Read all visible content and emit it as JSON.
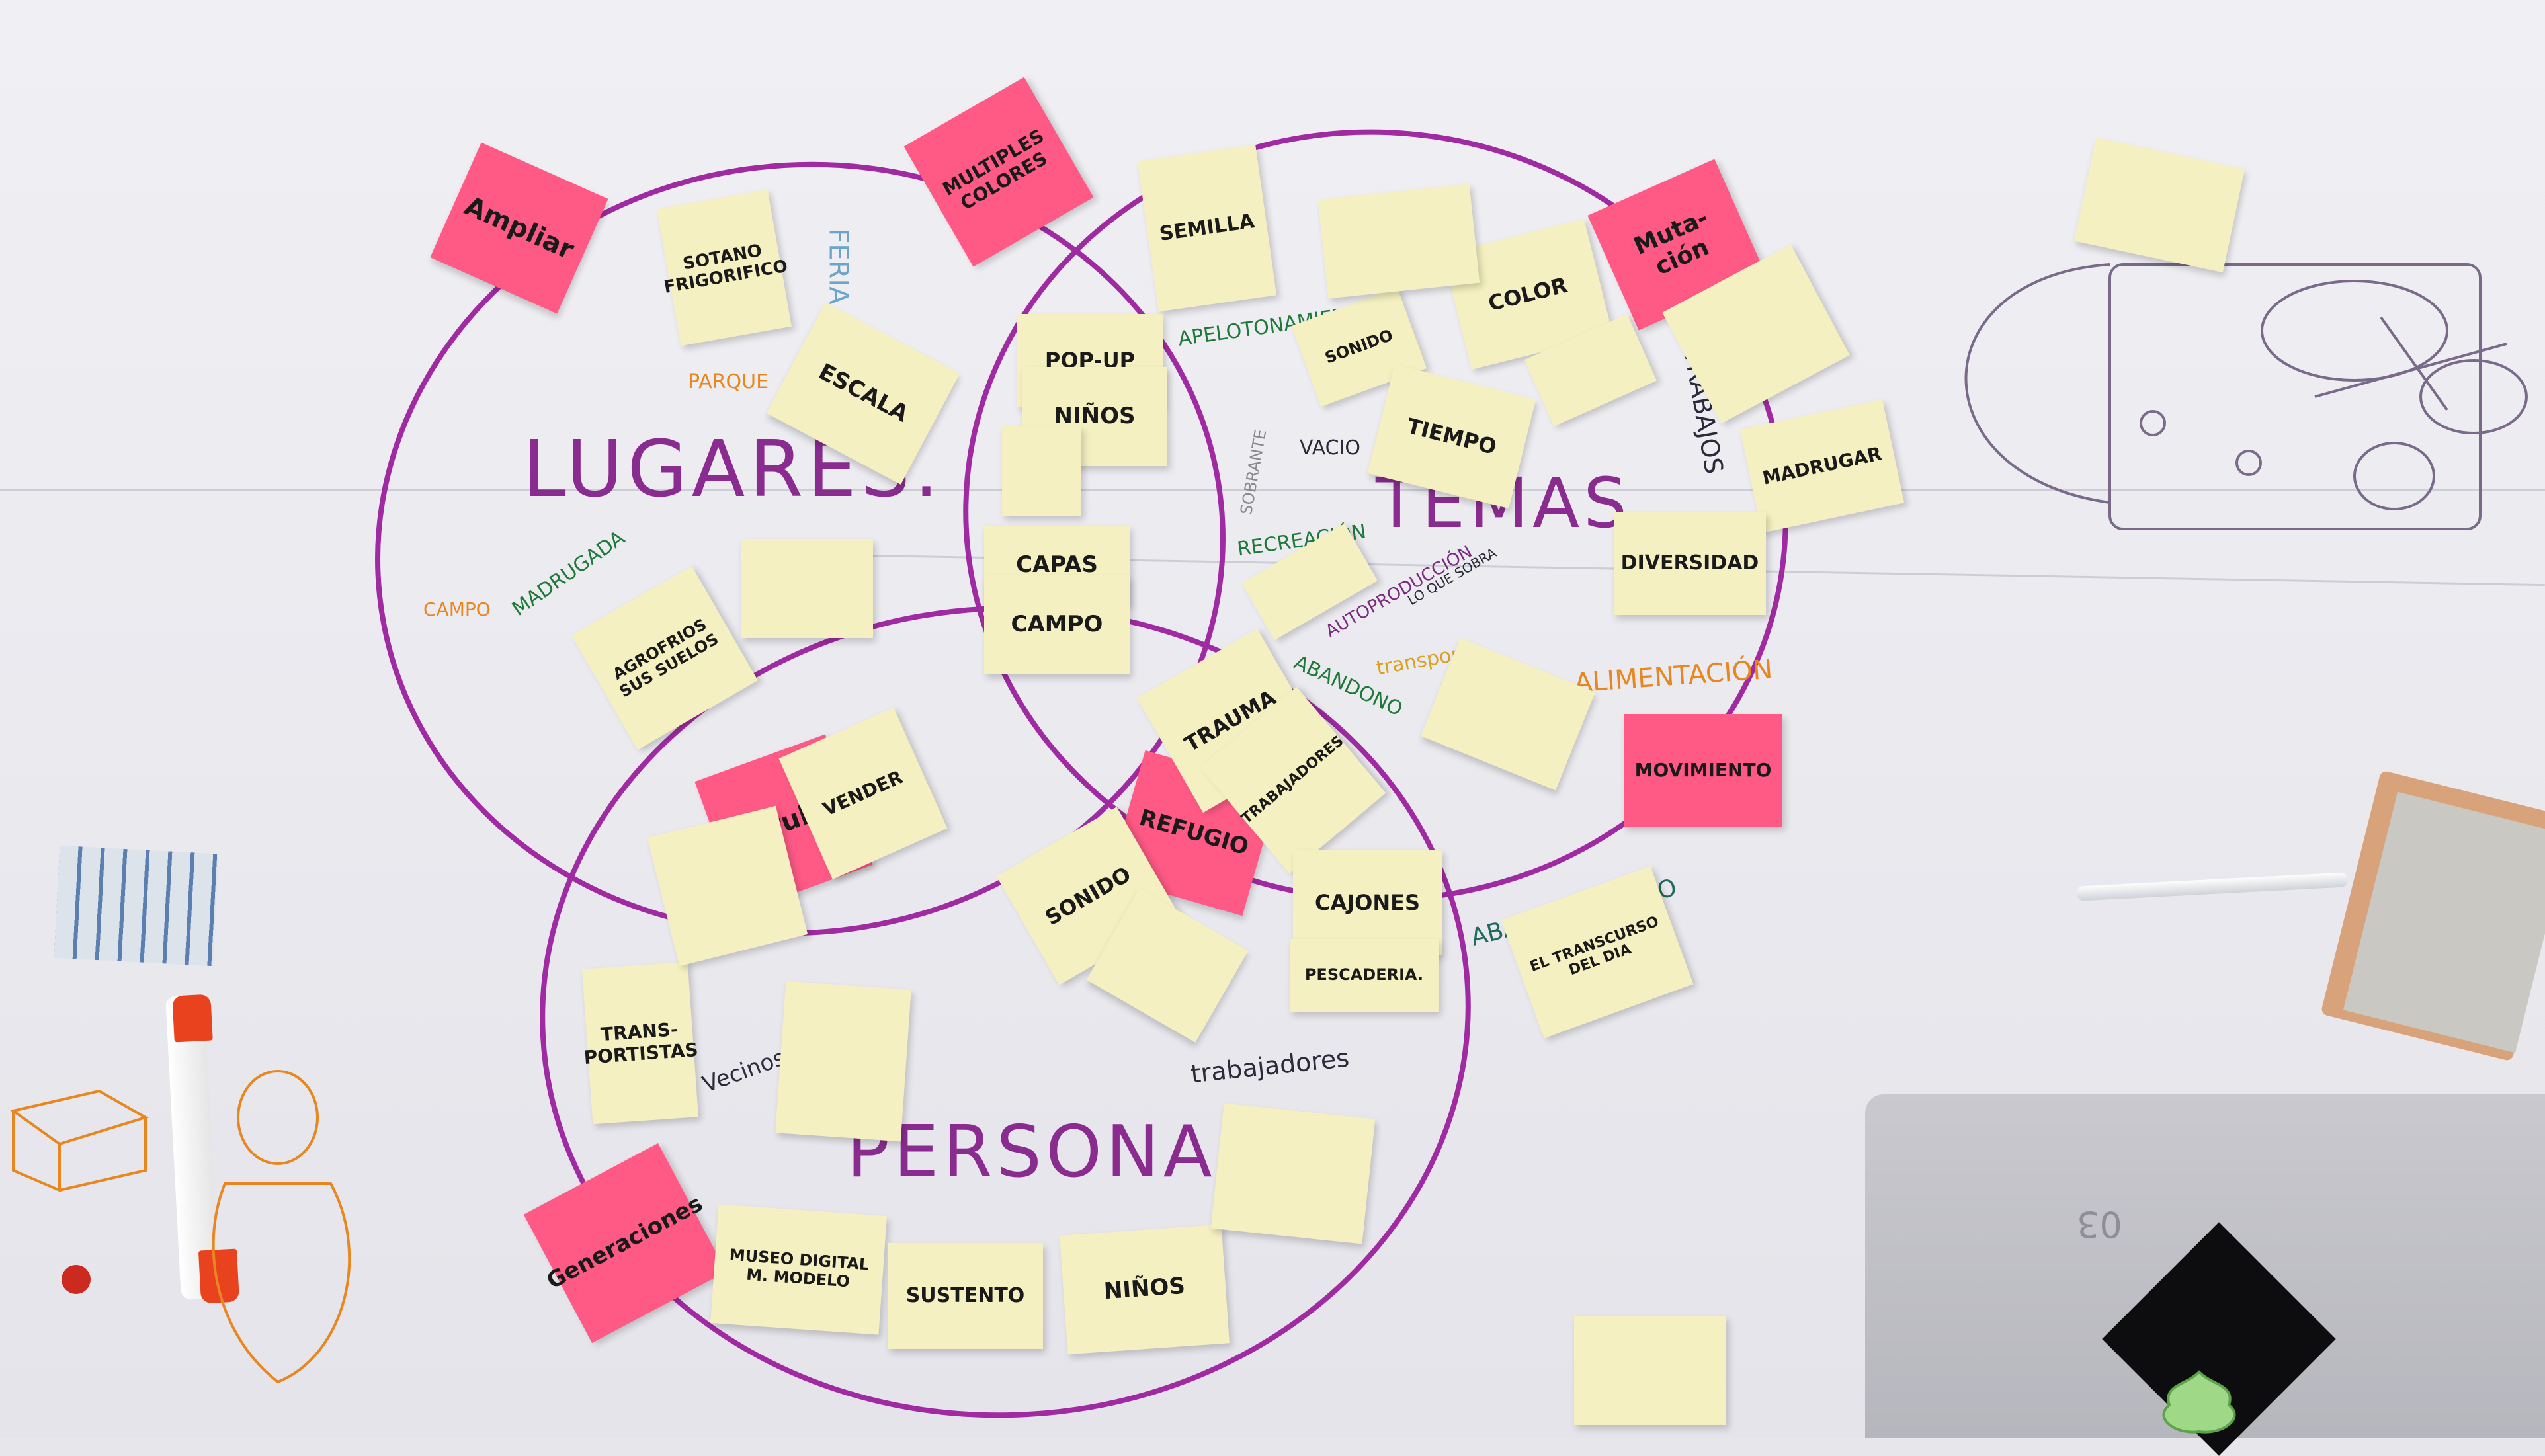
{
  "notes": [
    {
      "id": "ampliar",
      "text": "Ampliar",
      "color": "pink"
    },
    {
      "id": "multiples-colores",
      "text": "MULTIPLES COLORES",
      "color": "pink"
    },
    {
      "id": "mutacion",
      "text": "Muta-ción",
      "color": "pink"
    },
    {
      "id": "barullo",
      "text": "Barullo",
      "color": "pink"
    },
    {
      "id": "refugio",
      "text": "REFUGIO",
      "color": "pink"
    },
    {
      "id": "movimiento",
      "text": "MOVIMIENTO",
      "color": "pink"
    },
    {
      "id": "generaciones",
      "text": "Generaciones",
      "color": "pink"
    },
    {
      "id": "sotano",
      "text": "SOTANO FRIGORIFICO",
      "color": "yellow"
    },
    {
      "id": "escala",
      "text": "ESCALA",
      "color": "yellow"
    },
    {
      "id": "semilla",
      "text": "SEMILLA",
      "color": "yellow"
    },
    {
      "id": "pop-up",
      "text": "POP-UP",
      "color": "yellow"
    },
    {
      "id": "ninos-top",
      "text": "NIÑOS",
      "color": "yellow"
    },
    {
      "id": "color",
      "text": "COLOR",
      "color": "yellow"
    },
    {
      "id": "sonido",
      "text": "SONIDO",
      "color": "yellow"
    },
    {
      "id": "tiempo",
      "text": "TIEMPO",
      "color": "yellow"
    },
    {
      "id": "madrugar",
      "text": "MADRUGAR",
      "color": "yellow"
    },
    {
      "id": "diversidad",
      "text": "DIVERSIDAD",
      "color": "yellow"
    },
    {
      "id": "capas",
      "text": "CAPAS",
      "color": "yellow"
    },
    {
      "id": "campo-note",
      "text": "CAMPO",
      "color": "yellow"
    },
    {
      "id": "sus-suelos",
      "text": "AGROFRIOS SUS SUELOS",
      "color": "yellow"
    },
    {
      "id": "vender",
      "text": "VENDER",
      "color": "yellow"
    },
    {
      "id": "trauma",
      "text": "TRAUMA",
      "color": "yellow"
    },
    {
      "id": "trabajadores-note",
      "text": "TRABAJADORES",
      "color": "yellow"
    },
    {
      "id": "sonido-2",
      "text": "SONIDO",
      "color": "yellow"
    },
    {
      "id": "cajones",
      "text": "CAJONES",
      "color": "yellow"
    },
    {
      "id": "pescaderia",
      "text": "PESCADERIA.",
      "color": "yellow"
    },
    {
      "id": "transportistas",
      "text": "TRANS-PORTISTAS",
      "color": "yellow"
    },
    {
      "id": "transcurso",
      "text": "EL TRANSCURSO DEL DIA",
      "color": "yellow"
    },
    {
      "id": "museo",
      "text": "MUSEO DIGITAL M. MODELO",
      "color": "yellow"
    },
    {
      "id": "sustento",
      "text": "SUSTENTO",
      "color": "yellow"
    },
    {
      "id": "ninos-bottom",
      "text": "NIÑOS",
      "color": "yellow"
    }
  ],
  "labels": {
    "lugares": "LUGARES.",
    "temas": "TEMAS.",
    "personas": "PERSONAS.",
    "feria": "FERIA",
    "parque": "PARQUE",
    "campo": "CAMPO",
    "madrugada": "MADRUGADA",
    "apelotonamiento": "APELOTONAMIENTO",
    "vacio": "VACIO",
    "sobrante": "SOBRANTE",
    "recreacion": "RECREACIÓN",
    "autoproduccion": "AUTOPRODUCCIÓN",
    "transporte": "transporte",
    "abandono": "ABANDONO",
    "alimentacion": "ALIMENTACIÓN",
    "abastecimiento": "ABASTECIMIENTO",
    "vecinos": "Vecinos",
    "trabajadores": "trabajadores",
    "trabajos": "TRABAJOS",
    "lo-que-sobra": "LO QUE SOBRA"
  }
}
